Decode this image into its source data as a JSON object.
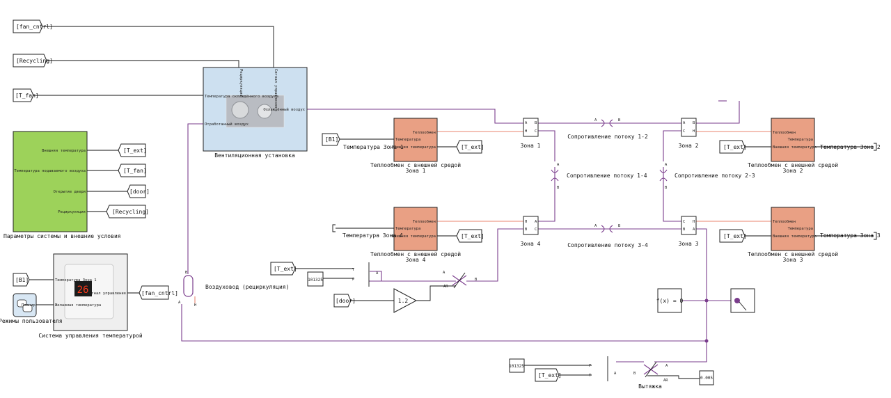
{
  "tags": {
    "fan_cntrl": "[fan_cntrl]",
    "recycling": "[Recycling]",
    "t_fan": "[T_fan]",
    "t_ext": "[T_ext]",
    "door": "[door]",
    "b1": "[B1]"
  },
  "vent": {
    "title": "Вентиляционная установка",
    "port_recycling": "Рециркуляция",
    "port_signal": "Сигнал управления",
    "port_cooled_temp": "Температура охлаждённого воздуха",
    "port_exhaust": "Отработанный воздух",
    "port_cooled_air": "Охлаждённый воздух"
  },
  "params": {
    "title": "Параметры системы и внешние условия",
    "ports": [
      "Внешняя температура",
      "Температура подаваемого воздуха",
      "Открытие двери",
      "Рециркуляция"
    ]
  },
  "control": {
    "title": "Система управления температурой",
    "display": "26",
    "port_zone1": "Температура Зона 1",
    "port_desired": "Желаемая температура",
    "port_signal": "Сигнал управления"
  },
  "modes": {
    "title": "Режимы пользователя",
    "inner": "Планир"
  },
  "heat": {
    "title": "Теплообмен с внешней средой",
    "port_heat": "Теплообмен",
    "port_temp": "Температура",
    "port_ext": "Внешняя температура",
    "zone1": "Зона 1",
    "zone2": "Зона 2",
    "zone3": "Зона 3",
    "zone4": "Зона 4"
  },
  "zones": {
    "zone1": "Зона 1",
    "zone2": "Зона 2",
    "zone3": "Зона 3",
    "zone4": "Зона 4"
  },
  "temps": {
    "zone1": "Температура Зона 1",
    "zone2": "Температура Зона 2",
    "zone3": "Температура Зона 3",
    "zone4": "Температура Зона 4"
  },
  "res": {
    "r12": "Сопротивление потоку 1-2",
    "r14": "Сопротивление потоку 1-4",
    "r23": "Сопротивление потоку 2-3",
    "r34": "Сопротивление потоку 3-4"
  },
  "duct": {
    "title": "Воздуховод (рециркуляция)"
  },
  "consts": {
    "p1": "101325",
    "p2": "101325",
    "gain": "1.2",
    "area": "0.005",
    "fx": "f(x) = 0"
  },
  "exhaust": {
    "title": "Вытяжка"
  },
  "ports": {
    "a": "A",
    "b": "B",
    "h": "H",
    "c": "C",
    "t": "T",
    "p": "P",
    "ar": "AR"
  },
  "colors": {
    "params_fill": "#9dd25a",
    "vent_fill": "#cde0f0",
    "heat_fill": "#e9a084",
    "phys_line": "#7a3c8c",
    "heat_line": "#e05a3c"
  }
}
